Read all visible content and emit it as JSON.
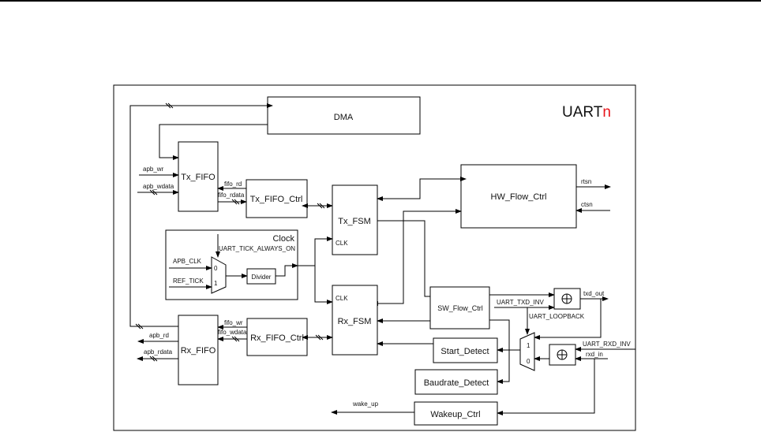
{
  "title": {
    "main": "UART",
    "suffix": "n",
    "suffix_color": "#e8141b"
  },
  "blocks": {
    "dma": "DMA",
    "tx_fifo": "Tx_FIFO",
    "tx_fifo_ctrl": "Tx_FIFO_Ctrl",
    "tx_fsm": "Tx_FSM",
    "hw_flow_ctrl": "HW_Flow_Ctrl",
    "clock": "Clock",
    "divider": "Divider",
    "rx_fsm": "Rx_FSM",
    "sw_flow_ctrl": "SW_Flow_Ctrl",
    "rx_fifo": "Rx_FIFO",
    "rx_fifo_ctrl": "Rx_FIFO_Ctrl",
    "start_detect": "Start_Detect",
    "baudrate_detect": "Baudrate_Detect",
    "wakeup_ctrl": "Wakeup_Ctrl"
  },
  "signals": {
    "apb_wr": "apb_wr",
    "apb_wdata": "apb_wdata",
    "fifo_rd": "fifo_rd",
    "fifo_rdata": "fifo_rdata",
    "rtsn": "rtsn",
    "ctsn": "ctsn",
    "uart_tick_always_on": "UART_TICK_ALWAYS_ON",
    "apb_clk": "APB_CLK",
    "ref_tick": "REF_TICK",
    "mux_0": "0",
    "mux_1": "1",
    "clk_tx": "CLK",
    "clk_rx": "CLK",
    "uart_txd_inv": "UART_TXD_INV",
    "txd_out": "txd_out",
    "uart_loopback": "UART_LOOPBACK",
    "uart_rxd_inv": "UART_RXD_INV",
    "rxd_in": "rxd_in",
    "fifo_wr": "fifo_wr",
    "fifo_wdata": "fifo_wdata",
    "apb_rd": "apb_rd",
    "apb_rdata": "apb_rdata",
    "wake_up": "wake_up",
    "loop_mux_1": "1",
    "loop_mux_0": "0"
  },
  "icons": {
    "xor_tx": "xor-gate-icon",
    "xor_rx": "xor-gate-icon"
  }
}
